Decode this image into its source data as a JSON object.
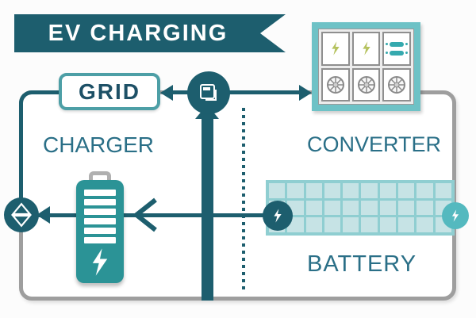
{
  "banner": {
    "title": "EV CHARGING"
  },
  "nodes": {
    "grid": {
      "label": "GRID"
    },
    "charger": {
      "label": "CHARGER"
    },
    "converter": {
      "label": "CONVERTER"
    },
    "battery": {
      "label": "BATTERY"
    }
  },
  "battery_module": {
    "rows": 3,
    "cols": 10
  },
  "flows": [
    "charger-junction to grid (left arrow)",
    "charger-junction to converter (right arrow)",
    "vertical bar up into charger-junction",
    "battery-module to ev-battery (left chevron)",
    "line to swap-node (left arrow)"
  ],
  "icons": {
    "ev_charger_station": "▣",
    "swap_diamond": "⧎",
    "lightning_bolt": "⚡",
    "fan": "✳",
    "busbar": "▭"
  },
  "colors": {
    "teal_dark": "#1d5e6e",
    "teal_battery": "#2b9396",
    "teal_light": "#6ec2c6",
    "teal_circle_light": "#54b9bf",
    "module_bg": "#8fced1",
    "module_cell": "#c6e3e5",
    "label_text": "#2a6f87",
    "grid_text": "#1d5066",
    "frame_gray": "#9e9e9e",
    "bolt_olive": "#b5c25e",
    "white": "#ffffff"
  }
}
